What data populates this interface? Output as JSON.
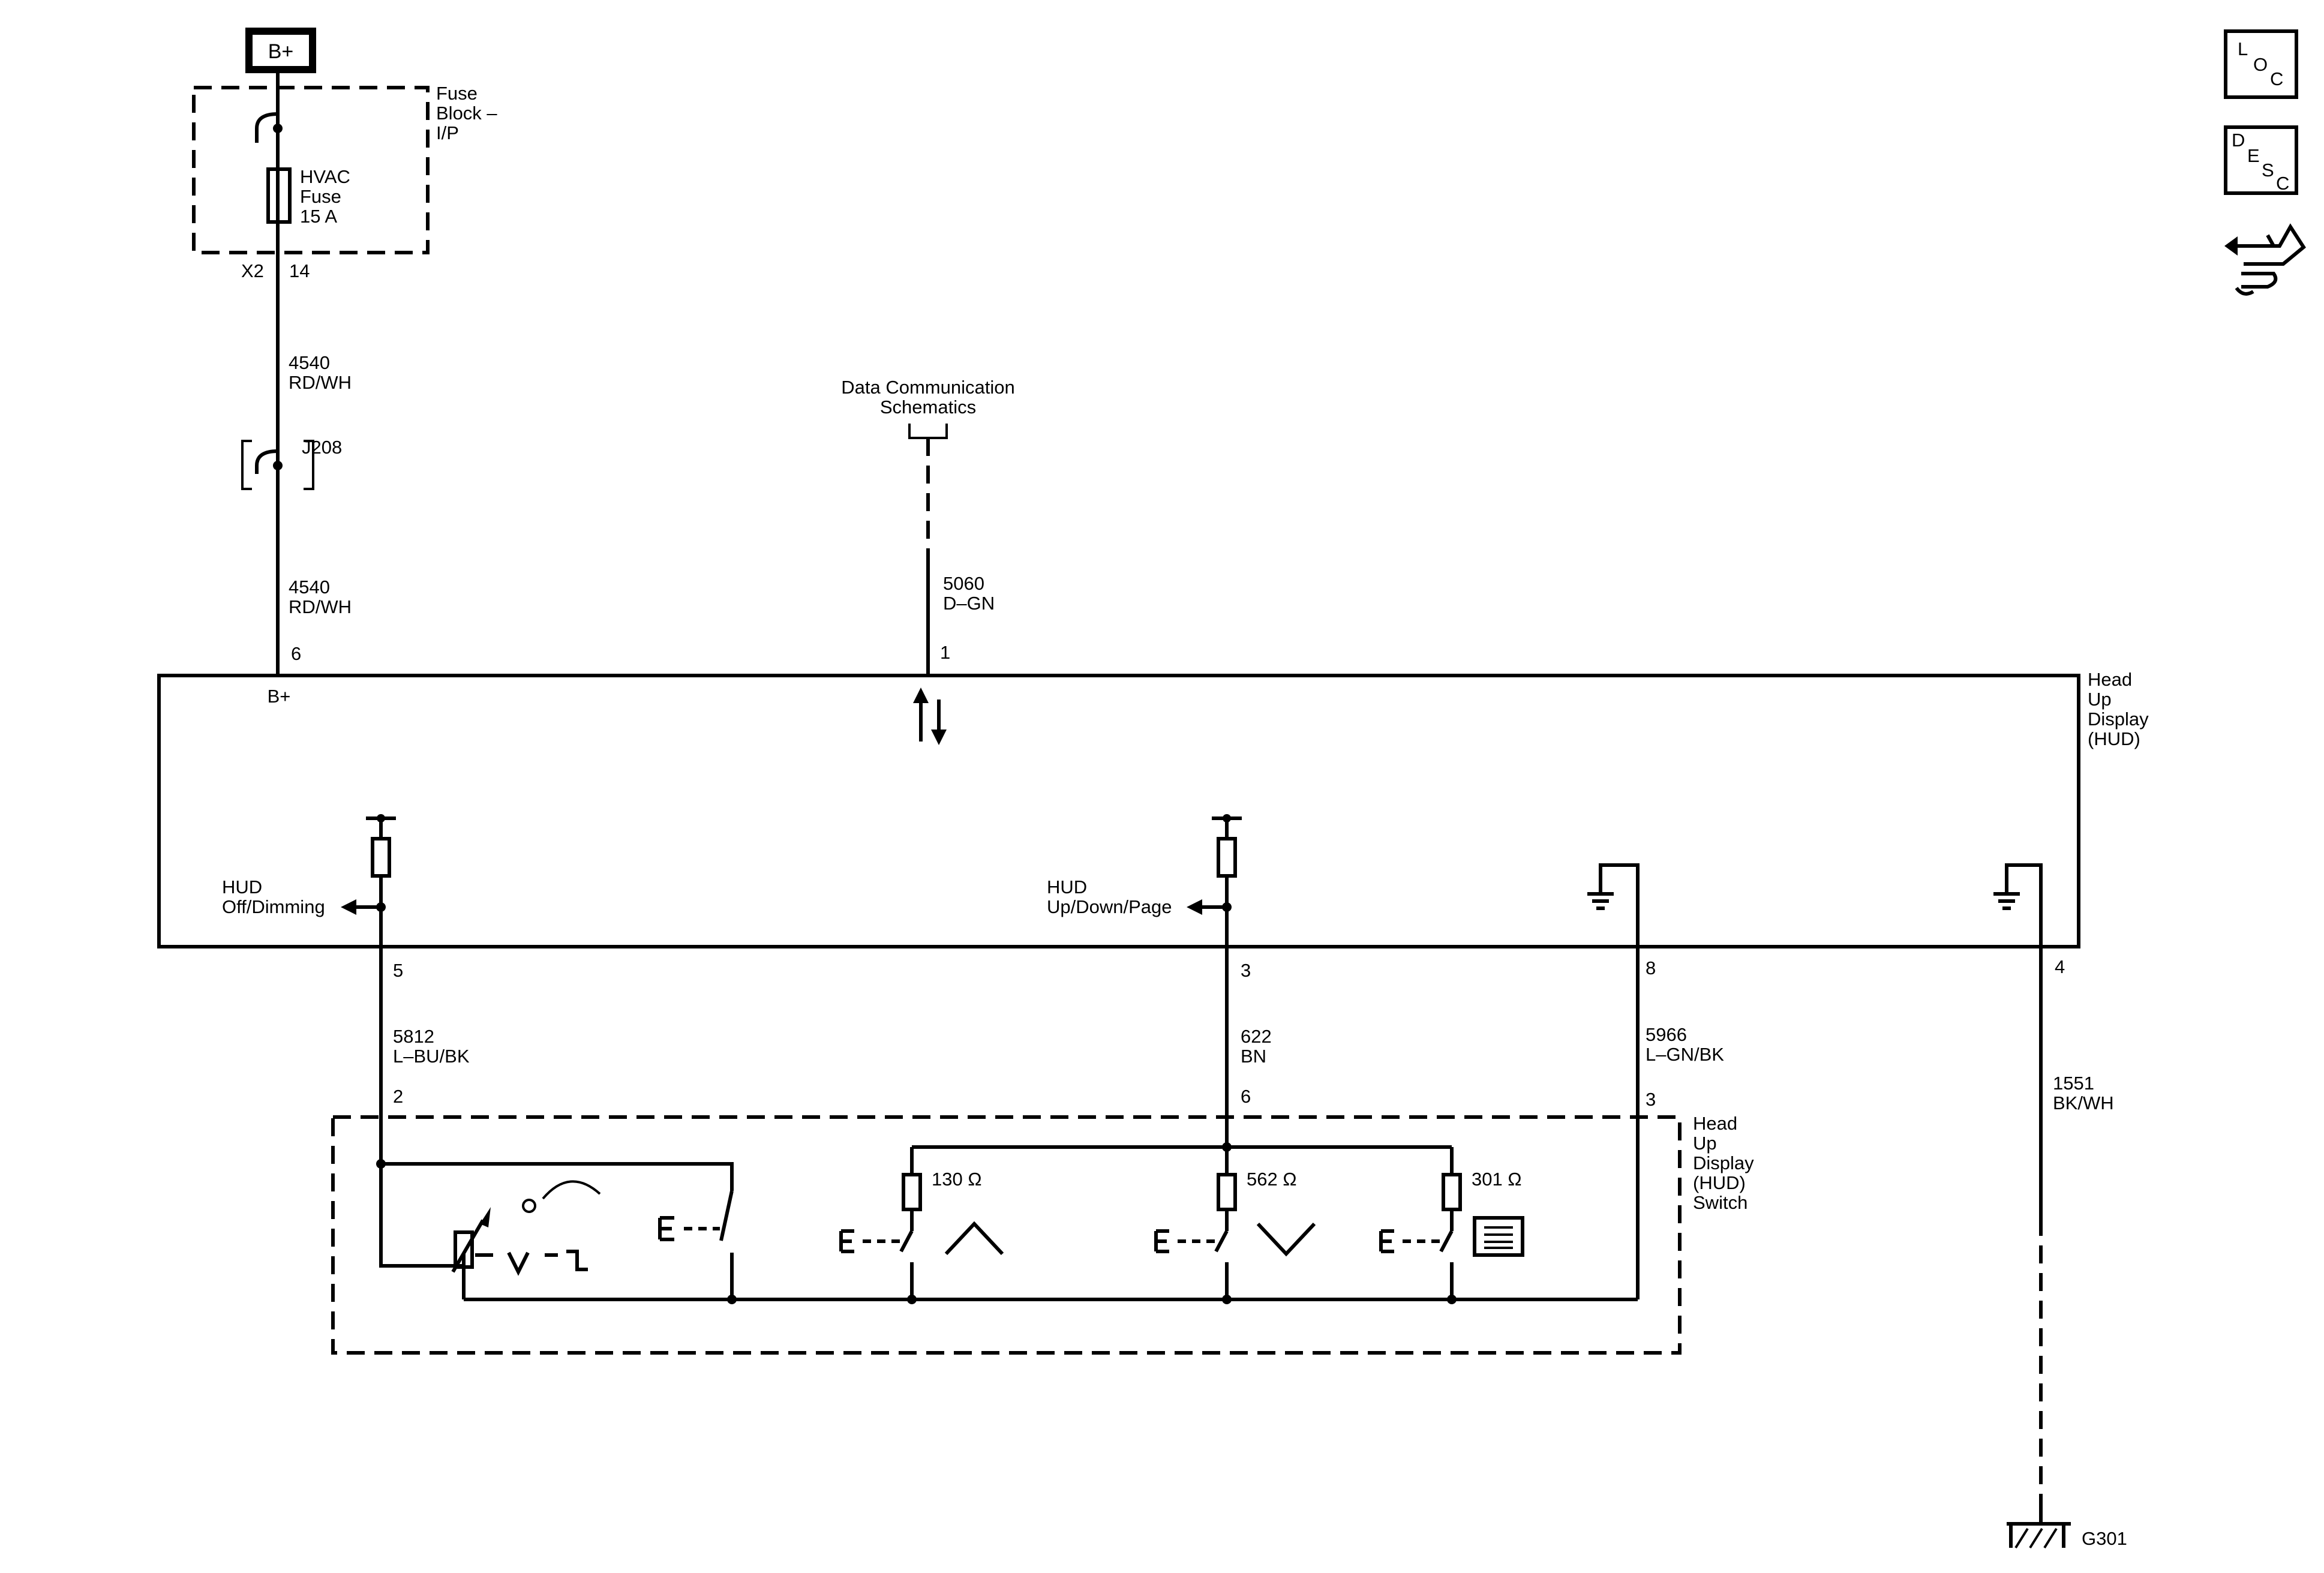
{
  "power": {
    "source_label": "B+",
    "fuse_block": [
      "Fuse",
      "Block –",
      "I/P"
    ],
    "fuse": [
      "HVAC",
      "Fuse",
      "15 A"
    ],
    "connector": "X2",
    "fuse_pin": "14"
  },
  "wire_4540_upper": [
    "4540",
    "RD/WH"
  ],
  "splice": "J208",
  "wire_4540_lower": [
    "4540",
    "RD/WH"
  ],
  "data_comm": {
    "label": [
      "Data Communication",
      "Schematics"
    ],
    "wire": [
      "5060",
      "D–GN"
    ],
    "pin": "1"
  },
  "hud": {
    "title": [
      "Head",
      "Up",
      "Display",
      "(HUD)"
    ],
    "b_plus": "B+",
    "b_plus_pin": "6",
    "dimming_label": [
      "HUD",
      "Off/Dimming"
    ],
    "updown_label": [
      "HUD",
      "Up/Down/Page"
    ]
  },
  "pins": {
    "p5": "5",
    "p3": "3",
    "p8": "8",
    "p4": "4"
  },
  "wires": {
    "w5812": [
      "5812",
      "L–BU/BK"
    ],
    "w622": [
      "622",
      "BN"
    ],
    "w5966": [
      "5966",
      "L–GN/BK"
    ],
    "w1551": [
      "1551",
      "BK/WH"
    ]
  },
  "switch_pins": {
    "s2": "2",
    "s6": "6",
    "s3": "3"
  },
  "hud_switch": {
    "title": [
      "Head",
      "Up",
      "Display",
      "(HUD)",
      "Switch"
    ],
    "r130": "130 Ω",
    "r562": "562 Ω",
    "r301": "301 Ω"
  },
  "ground": "G301",
  "icons": [
    "loc-icon",
    "desc-icon",
    "connector-views-icon"
  ],
  "legend": {
    "loc": [
      "L",
      "O",
      "C"
    ],
    "desc": [
      "D",
      "E",
      "S",
      "C"
    ]
  }
}
